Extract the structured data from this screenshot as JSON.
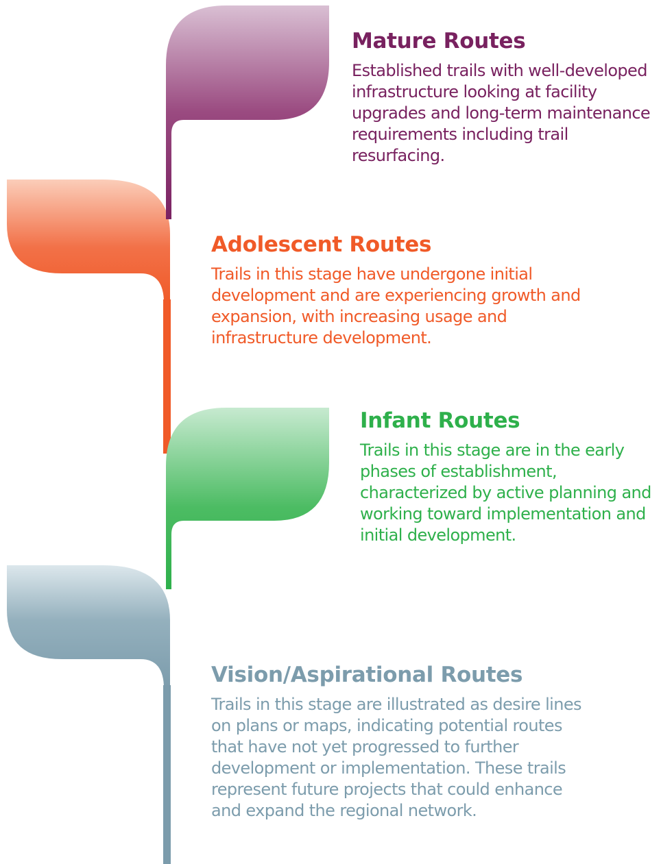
{
  "stages": [
    {
      "key": "mature",
      "title": "Mature Routes",
      "description": "Established trails with well-developed infrastructure looking at facility upgrades and long-term maintenance requirements including trail resurfacing.",
      "color": "#78215f",
      "gradient_light": "#d9bfd3",
      "gradient_dark": "#7a2262",
      "leaf_side": "right"
    },
    {
      "key": "adolescent",
      "title": "Adolescent Routes",
      "description": "Trails in this stage have undergone initial development and are experiencing growth and expansion, with increasing usage and infrastructure development.",
      "color": "#f05a28",
      "gradient_light": "#fbcdb9",
      "gradient_dark": "#f05a28",
      "leaf_side": "left"
    },
    {
      "key": "infant",
      "title": "Infant Routes",
      "description": "Trails in this stage are in the early phases of establishment, characterized by active planning and working toward implementation and initial development.",
      "color": "#2eb04b",
      "gradient_light": "#c7ead0",
      "gradient_dark": "#2eb04b",
      "leaf_side": "right"
    },
    {
      "key": "vision",
      "title": "Vision/Aspirational Routes",
      "description": "Trails in this stage are illustrated as desire lines on plans or maps, indicating potential routes that have not yet progressed to further development or implementation. These trails represent future projects that could enhance and expand the regional network.",
      "color": "#7c9cac",
      "gradient_light": "#dce7ec",
      "gradient_dark": "#7c9cac",
      "leaf_side": "left"
    }
  ]
}
